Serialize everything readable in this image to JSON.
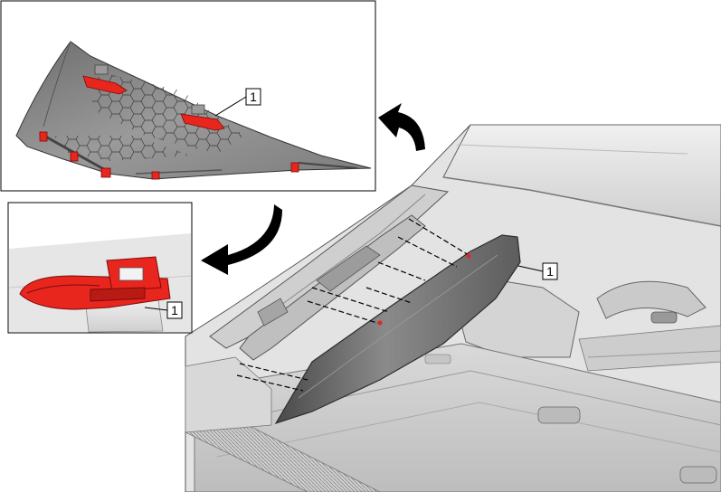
{
  "callouts": {
    "top_inset": "1",
    "bottom_inset": "1",
    "main_view": "1"
  },
  "colors": {
    "highlight_red": "#e8261e",
    "trim_gray": "#8f8f8f",
    "interior_light": "#e2e2e2",
    "outline": "#000000"
  },
  "icons": {
    "arrows": "curved-arrow-icon"
  }
}
